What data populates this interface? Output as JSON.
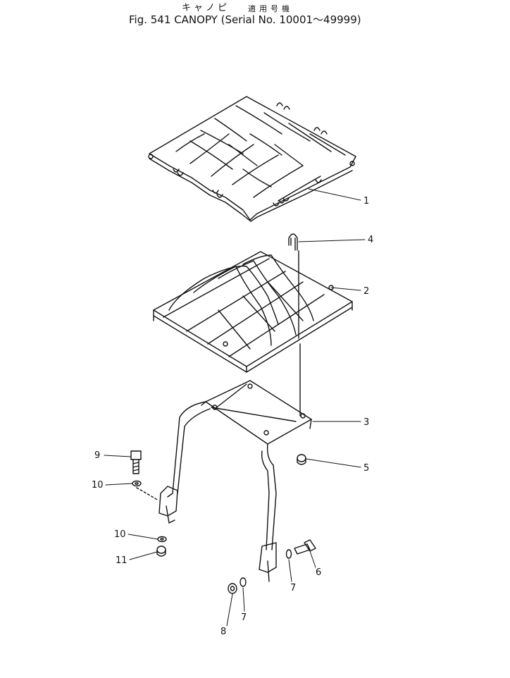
{
  "title": {
    "jp_name": "キャノピ",
    "jp_serial": "適用号機",
    "figure_label": "Fig. 541",
    "name_en": "CANOPY",
    "serial_text": "Serial No. 10001～49999"
  },
  "callouts": [
    {
      "id": "p1",
      "label": "1"
    },
    {
      "id": "p2",
      "label": "2"
    },
    {
      "id": "p3",
      "label": "3"
    },
    {
      "id": "p4",
      "label": "4"
    },
    {
      "id": "p5",
      "label": "5"
    },
    {
      "id": "p6",
      "label": "6"
    },
    {
      "id": "p7a",
      "label": "7"
    },
    {
      "id": "p7b",
      "label": "7"
    },
    {
      "id": "p8",
      "label": "8"
    },
    {
      "id": "p9",
      "label": "9"
    },
    {
      "id": "p10a",
      "label": "10"
    },
    {
      "id": "p10b",
      "label": "10"
    },
    {
      "id": "p11",
      "label": "11"
    }
  ]
}
